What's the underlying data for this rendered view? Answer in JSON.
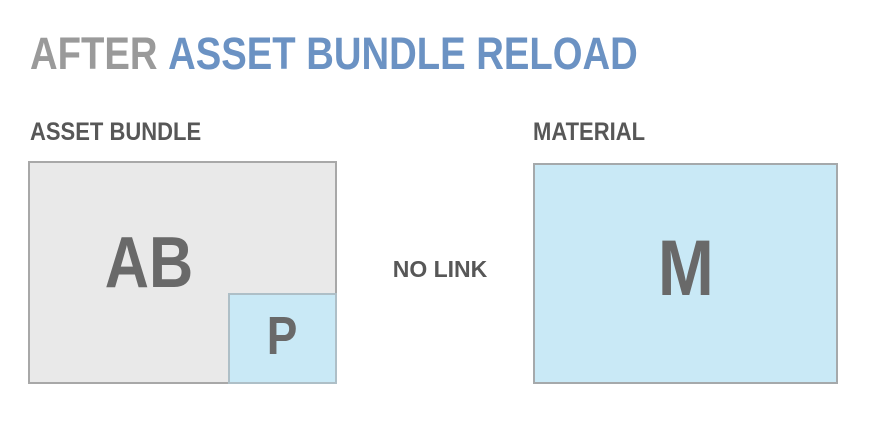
{
  "title": {
    "prefix": "AFTER",
    "main": "ASSET BUNDLE RELOAD"
  },
  "diagram": {
    "asset_bundle": {
      "label": "ASSET BUNDLE",
      "box_text": "AB",
      "nested_box_text": "P"
    },
    "relation": {
      "label": "NO LINK"
    },
    "material": {
      "label": "MATERIAL",
      "box_text": "M"
    }
  },
  "colors": {
    "title_prefix_gray": "#9a9a9a",
    "title_main_blue": "#6b92c3",
    "section_label_gray": "#575757",
    "box_letter_gray": "#696969",
    "asset_bundle_fill": "#e9e9e9",
    "asset_bundle_border": "#a8a8a8",
    "blue_fill": "#c9e9f6",
    "blue_border": "#aebfc7",
    "background": "#ffffff"
  }
}
